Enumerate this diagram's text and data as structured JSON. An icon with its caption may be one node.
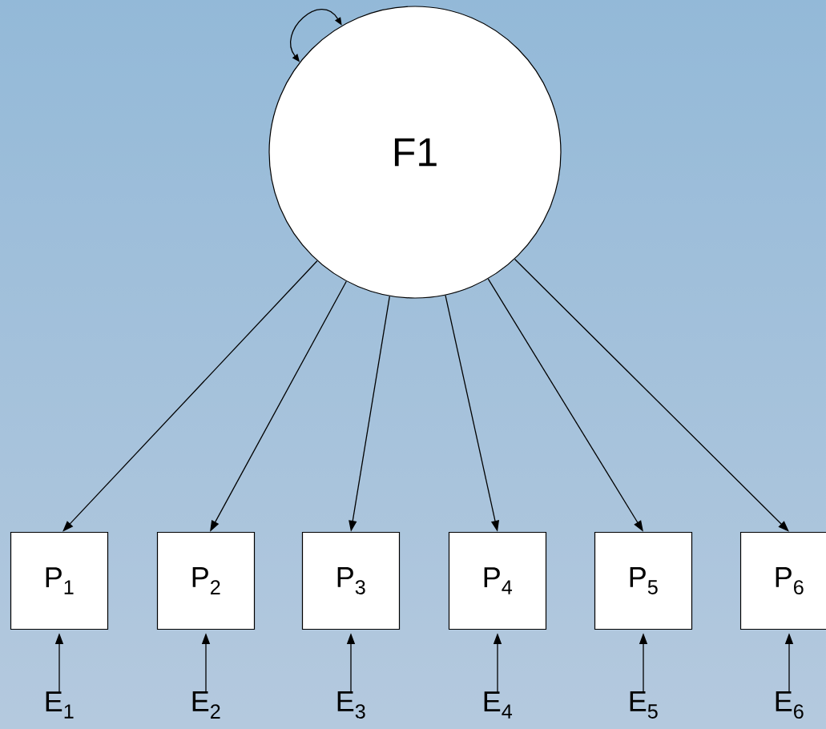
{
  "diagram": {
    "nodes": [
      {
        "text": [
          "F1"
        ]
      },
      {
        "text": [
          "P$_{1}$"
        ]
      },
      {
        "text": [
          "P$_{2}$"
        ]
      },
      {
        "text": [
          "P$_{3}$"
        ]
      },
      {
        "text": [
          "P$_{4}$"
        ]
      },
      {
        "text": [
          "P$_{5}$"
        ]
      },
      {
        "text": [
          "P$_{6}$"
        ]
      },
      {
        "text": [
          "E$_{1}$"
        ]
      },
      {
        "text": [
          "E$_{2}$"
        ]
      },
      {
        "text": [
          "E$_{3}$"
        ]
      },
      {
        "text": [
          "E$_{4}$"
        ]
      },
      {
        "text": [
          "E$_{5}$"
        ]
      },
      {
        "text": [
          "E$_{6}$"
        ]
      }
    ],
    "edges": [
      {
        "from": 0,
        "to": 0,
        "arrow": "both"
      },
      {
        "from": 0,
        "to": 1,
        "arrow": "to"
      },
      {
        "from": 0,
        "to": 2,
        "arrow": "to"
      },
      {
        "from": 0,
        "to": 3,
        "arrow": "to"
      },
      {
        "from": 0,
        "to": 4,
        "arrow": "to"
      },
      {
        "from": 0,
        "to": 5,
        "arrow": "to"
      },
      {
        "from": 0,
        "to": 6,
        "arrow": "to"
      },
      {
        "from": 7,
        "to": 1,
        "arrow": "to"
      },
      {
        "from": 8,
        "to": 2,
        "arrow": "to"
      },
      {
        "from": 9,
        "to": 3,
        "arrow": "to"
      },
      {
        "from": 10,
        "to": 4,
        "arrow": "to"
      },
      {
        "from": 11,
        "to": 5,
        "arrow": "to"
      },
      {
        "from": 12,
        "to": 6,
        "arrow": "to"
      }
    ]
  }
}
